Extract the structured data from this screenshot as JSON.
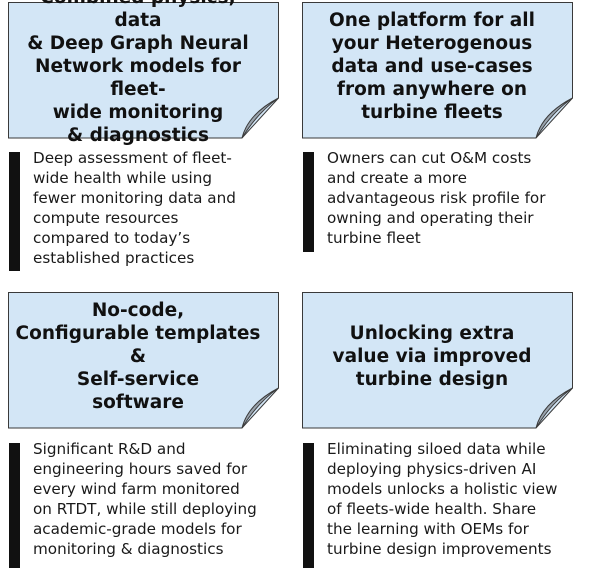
{
  "colors": {
    "card_fill": "#d3e6f6",
    "card_border": "#3a3a3a",
    "fold_fill": "#9aa4ae",
    "bar": "#111111"
  },
  "cards": [
    {
      "title": "Combined physics, data\n&  Deep Graph Neural\nNetwork models for fleet-\nwide monitoring\n& diagnostics",
      "description": "Deep assessment of fleet-\nwide health while using\nfewer monitoring data and\ncompute resources\ncompared to today’s\nestablished practices"
    },
    {
      "title": "One platform for all\nyour Heterogenous\ndata and use-cases\nfrom anywhere on\nturbine fleets",
      "description": "Owners can cut O&M costs\nand create a more\nadvantageous risk profile for\nowning and operating their\nturbine fleet"
    },
    {
      "title": "No-code,\nConfigurable templates\n&\nSelf-service\nsoftware",
      "description": "Significant R&D and\nengineering hours saved for\nevery wind farm monitored\non RTDT, while still deploying\nacademic-grade models for\nmonitoring & diagnostics"
    },
    {
      "title": "Unlocking extra\nvalue via improved\nturbine design",
      "description": "Eliminating siloed data while\ndeploying physics-driven AI\nmodels unlocks a holistic view\nof fleets-wide health. Share\nthe learning with OEMs for\nturbine design improvements"
    }
  ]
}
